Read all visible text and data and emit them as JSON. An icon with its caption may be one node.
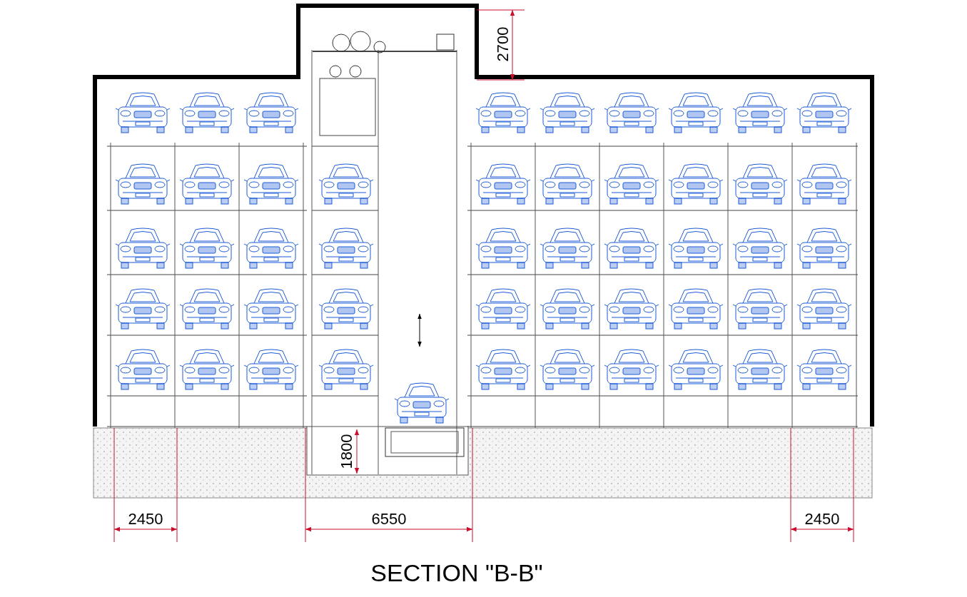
{
  "diagram": {
    "title": "SECTION \"B-B\"",
    "labels": [
      "2700",
      "1800",
      "2450",
      "6550",
      "2450"
    ]
  }
}
